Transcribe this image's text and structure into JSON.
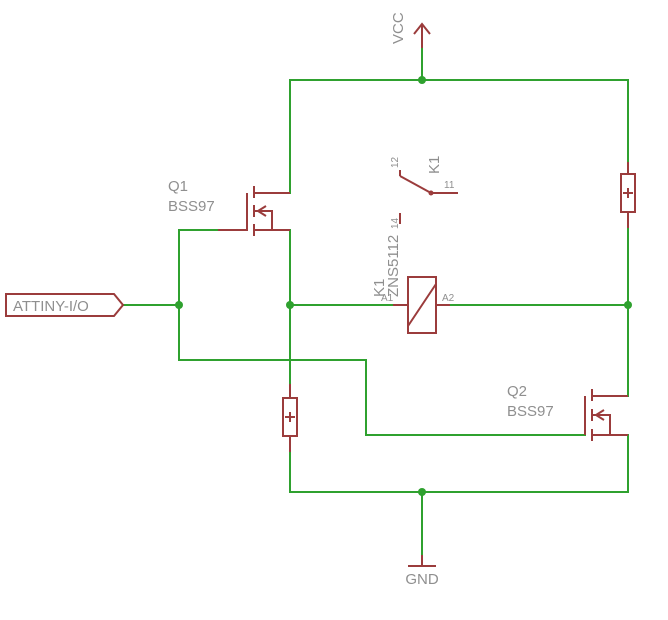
{
  "schematic": {
    "power": {
      "vcc": "VCC",
      "gnd": "GND"
    },
    "q1": {
      "ref": "Q1",
      "value": "BSS97"
    },
    "q2": {
      "ref": "Q2",
      "value": "BSS97"
    },
    "relay": {
      "ref": "K1",
      "value": "ZNS5112",
      "pin_a1": "A1",
      "pin_a2": "A2",
      "contact_ref": "K1",
      "pin_12": "12",
      "pin_11": "11",
      "pin_14": "14"
    },
    "port": {
      "label": "ATTINY-I/O"
    },
    "colors": {
      "wire": "#2fa12f",
      "part": "#9b3c3c",
      "label": "#8f8f8f"
    }
  }
}
